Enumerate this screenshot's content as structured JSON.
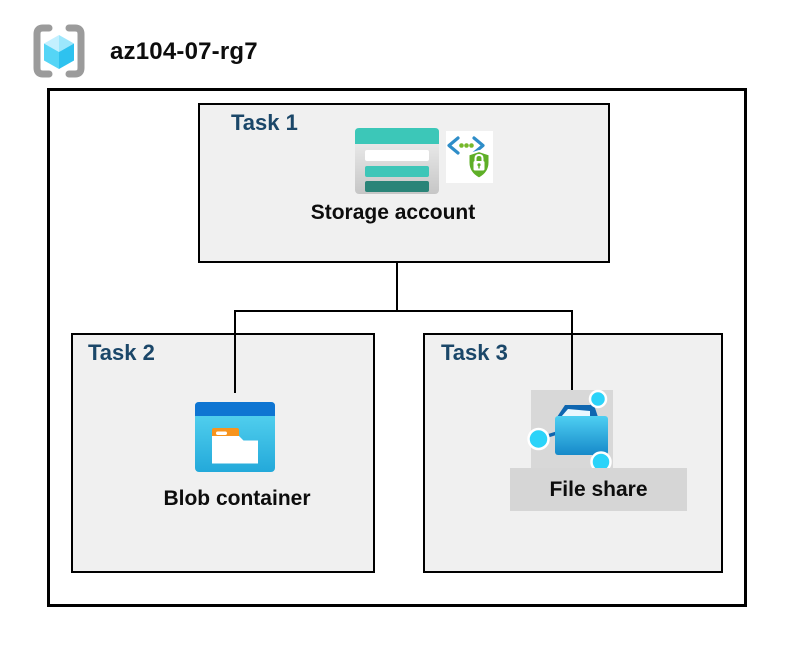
{
  "header": {
    "resource_group_name": "az104-07-rg7"
  },
  "tasks": [
    {
      "label": "Task 1",
      "resource": "Storage account"
    },
    {
      "label": "Task 2",
      "resource": "Blob container"
    },
    {
      "label": "Task 3",
      "resource": "File share"
    }
  ],
  "icons": {
    "resource_group": "resource-group-icon",
    "storage_account": "storage-account-icon",
    "secure_endpoint": "secure-endpoint-icon",
    "blob_container": "blob-container-icon",
    "file_share": "file-share-icon"
  },
  "colors": {
    "task_label": "#1B4769",
    "task_box_fill": "#F0F0F0",
    "outline": "#000000",
    "storage_teal": "#3CC7B8",
    "storage_teal_dark": "#2A8478",
    "blob_header_blue": "#0E75D2",
    "blob_body_cyan": "#3FC4E9",
    "folder_tab_orange": "#F7941E",
    "file_share_folder_blue": "#1689C9",
    "share_node_cyan": "#2BD3F9",
    "shield_green": "#5EAF27",
    "code_bracket_blue": "#2E8DC8",
    "gray_plate": "#D6D6D6",
    "cube_cyan": "#55D5F6",
    "bracket_gray": "#9B9B9B"
  }
}
